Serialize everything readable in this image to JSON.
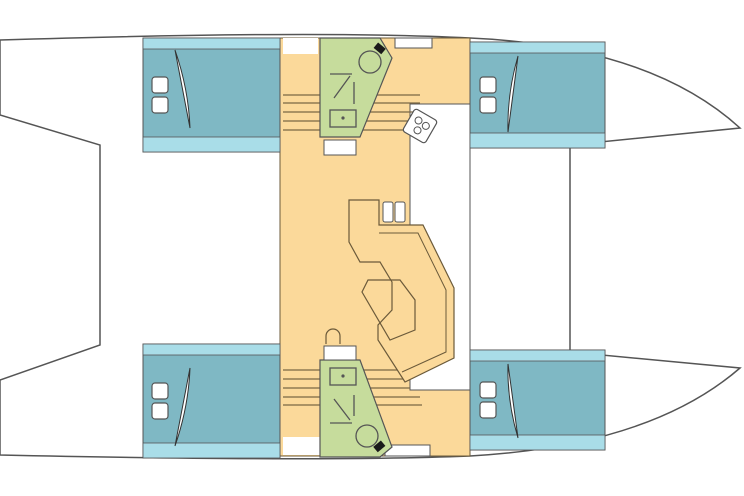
{
  "diagram": {
    "title": "",
    "colors": {
      "background": "#ffffff",
      "outline": "#4a4a4a",
      "cabin": "#7fb8c4",
      "cabin_strip": "#a9dde8",
      "salon": "#fbd99a",
      "head": "#c6dc9c",
      "fixture": "#ffffff",
      "toilet_seat": "#1a1a1a"
    },
    "rooms": [
      "cabin-top-left",
      "cabin-bottom-left",
      "cabin-top-right",
      "cabin-bottom-right",
      "salon",
      "head-top",
      "head-bottom",
      "galley"
    ]
  }
}
